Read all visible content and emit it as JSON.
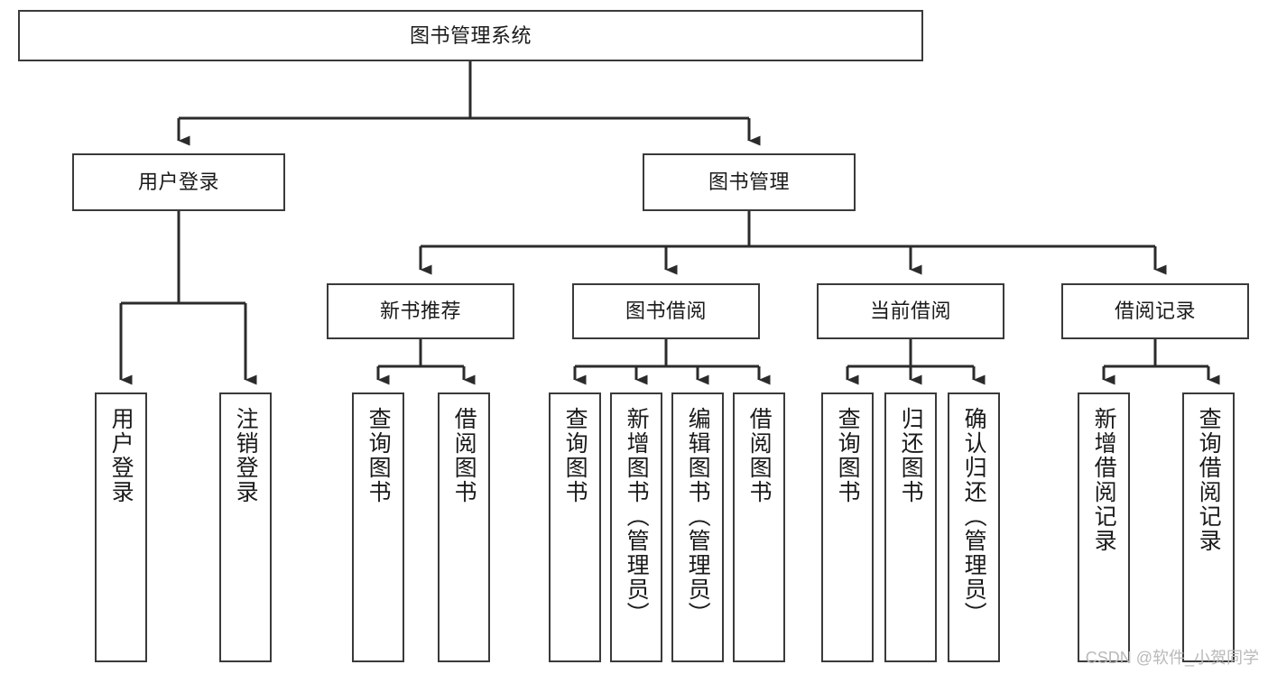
{
  "diagram": {
    "title": "图书管理系统",
    "type": "hierarchy-tree",
    "watermark": "CSDN @软件_小贺同学",
    "colors": {
      "box_border": "#3a3a3a",
      "box_fill": "#ffffff",
      "edge": "#2b2b2b",
      "text": "#1a1a1a",
      "watermark": "#b9b9b9",
      "background": "#ffffff"
    },
    "nodes": {
      "root": {
        "label": "图书管理系统"
      },
      "level2": [
        {
          "id": "user-login",
          "label": "用户登录"
        },
        {
          "id": "book-manage",
          "label": "图书管理"
        }
      ],
      "level3": [
        {
          "id": "new-book-recommend",
          "label": "新书推荐"
        },
        {
          "id": "book-borrow",
          "label": "图书借阅"
        },
        {
          "id": "current-borrow",
          "label": "当前借阅"
        },
        {
          "id": "borrow-record",
          "label": "借阅记录"
        }
      ],
      "leaves": {
        "user-login": [
          {
            "id": "leaf-user-login",
            "label": "用户登录"
          },
          {
            "id": "leaf-logout-login",
            "label": "注销登录"
          }
        ],
        "new-book-recommend": [
          {
            "id": "leaf-query-book-1",
            "label": "查询图书"
          },
          {
            "id": "leaf-borrow-book-1",
            "label": "借阅图书"
          }
        ],
        "book-borrow": [
          {
            "id": "leaf-query-book-2",
            "label": "查询图书"
          },
          {
            "id": "leaf-add-book",
            "label": "新增图书（管理员）"
          },
          {
            "id": "leaf-edit-book",
            "label": "编辑图书（管理员）"
          },
          {
            "id": "leaf-borrow-book-2",
            "label": "借阅图书"
          }
        ],
        "current-borrow": [
          {
            "id": "leaf-query-book-3",
            "label": "查询图书"
          },
          {
            "id": "leaf-return-book",
            "label": "归还图书"
          },
          {
            "id": "leaf-confirm-return",
            "label": "确认归还（管理员）"
          }
        ],
        "borrow-record": [
          {
            "id": "leaf-add-record",
            "label": "新增借阅记录"
          },
          {
            "id": "leaf-query-record",
            "label": "查询借阅记录"
          }
        ]
      }
    }
  }
}
